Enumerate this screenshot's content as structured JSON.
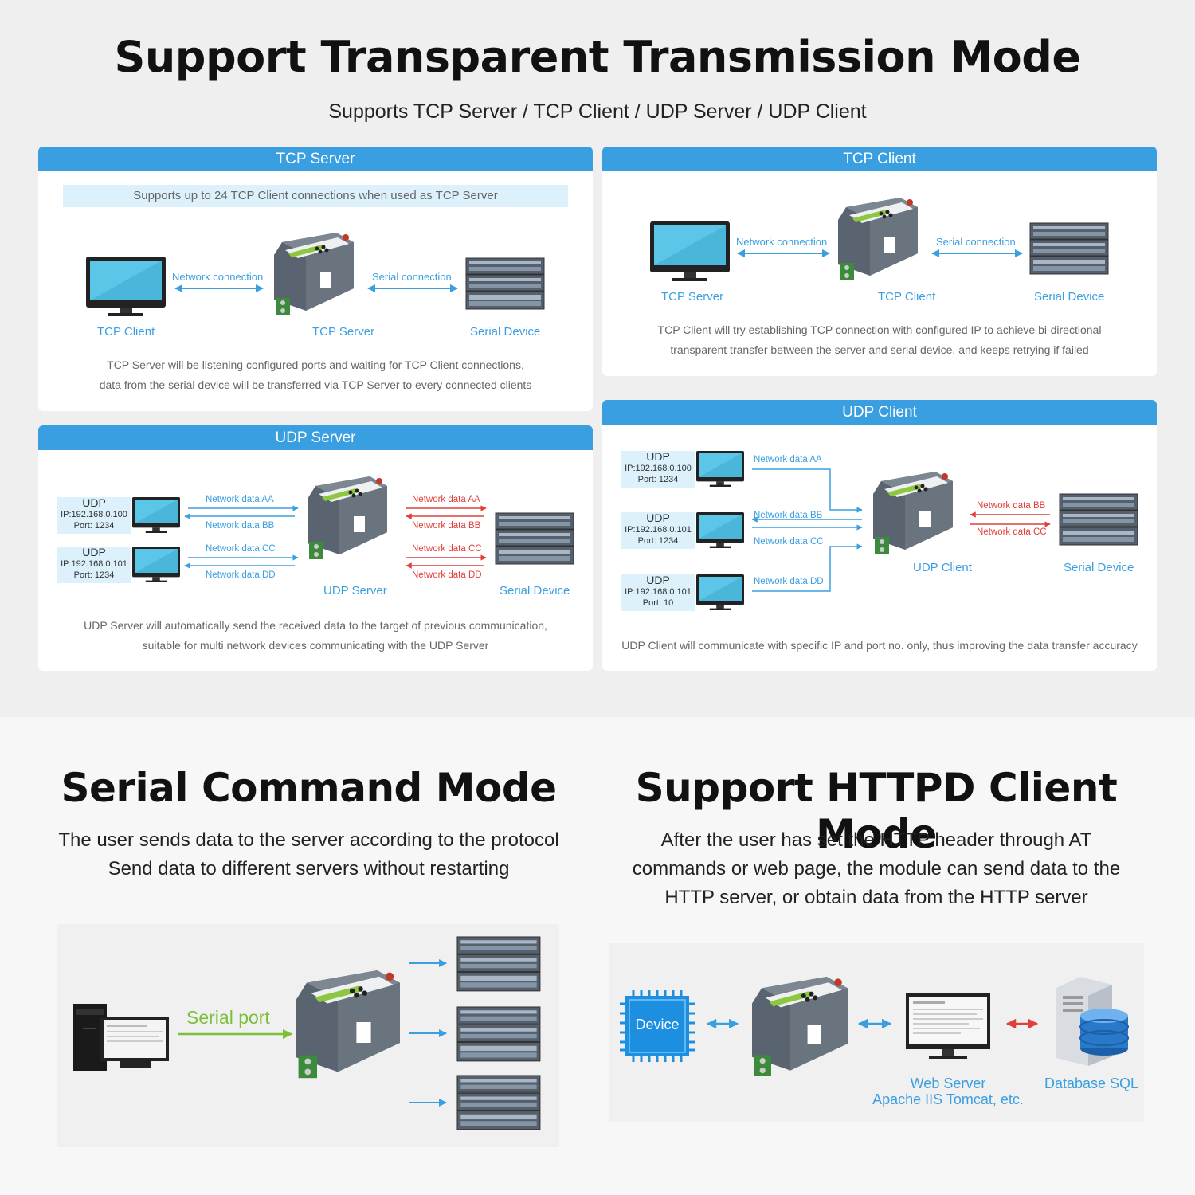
{
  "header": {
    "title": "Support Transparent Transmission Mode",
    "subtitle": "Supports TCP Server / TCP Client / UDP Server / UDP Client"
  },
  "tcp_server": {
    "title": "TCP Server",
    "note": "Supports up to 24 TCP Client connections when used as TCP Server",
    "link_left": "Network connection",
    "link_right": "Serial connection",
    "label_left": "TCP Client",
    "label_mid": "TCP Server",
    "label_right": "Serial Device",
    "desc_line1": "TCP Server will be listening configured ports and waiting for TCP Client connections,",
    "desc_line2": "data from the serial device will be transferred via TCP Server to every connected clients"
  },
  "tcp_client": {
    "title": "TCP Client",
    "link_left": "Network connection",
    "link_right": "Serial connection",
    "label_left": "TCP Server",
    "label_mid": "TCP Client",
    "label_right": "Serial Device",
    "desc_line1": "TCP Client will try establishing TCP connection with configured IP to achieve bi-directional",
    "desc_line2": "transparent transfer between the server and serial device, and keeps retrying if failed"
  },
  "udp_server": {
    "title": "UDP Server",
    "host1": {
      "proto": "UDP",
      "ip": "IP:192.168.0.100",
      "port": "Port: 1234"
    },
    "host2": {
      "proto": "UDP",
      "ip": "IP:192.168.0.101",
      "port": "Port: 1234"
    },
    "net_aa": "Network data AA",
    "net_bb": "Network data BB",
    "net_cc": "Network data CC",
    "net_dd": "Network data DD",
    "label_mid": "UDP Server",
    "label_right": "Serial Device",
    "desc_line1": "UDP Server will automatically send the received data to the target of previous communication,",
    "desc_line2": "suitable for multi network devices communicating with the UDP Server"
  },
  "udp_client": {
    "title": "UDP Client",
    "host1": {
      "proto": "UDP",
      "ip": "IP:192.168.0.100",
      "port": "Port: 1234"
    },
    "host2": {
      "proto": "UDP",
      "ip": "IP:192.168.0.101",
      "port": "Port: 1234"
    },
    "host3": {
      "proto": "UDP",
      "ip": "IP:192.168.0.101",
      "port": "Port: 10"
    },
    "net_aa": "Network data AA",
    "net_bb": "Network data BB",
    "net_cc": "Network data CC",
    "net_dd": "Network data DD",
    "label_mid": "UDP Client",
    "label_right": "Serial Device",
    "desc": "UDP Client will communicate with specific IP and port no. only, thus improving the data transfer accuracy"
  },
  "serial_cmd": {
    "title": "Serial Command Mode",
    "text_line1": "The user sends data to the server according to the protocol",
    "text_line2": "Send data to different servers without restarting",
    "link_label": "Serial port"
  },
  "httpd": {
    "title": "Support HTTPD Client Mode",
    "text_line1": "After the user has set the HTTP header through AT",
    "text_line2": "commands or web page, the module can send data to the",
    "text_line3": "HTTP server, or obtain data from the HTTP server",
    "device_label": "Device",
    "web_label1": "Web Server",
    "web_label2": "Apache IIS Tomcat, etc.",
    "db_label": "Database SQL"
  },
  "colors": {
    "accent_blue": "#3a9fe0",
    "arrow_red": "#e0403c",
    "link_green": "#7cbf3a"
  }
}
